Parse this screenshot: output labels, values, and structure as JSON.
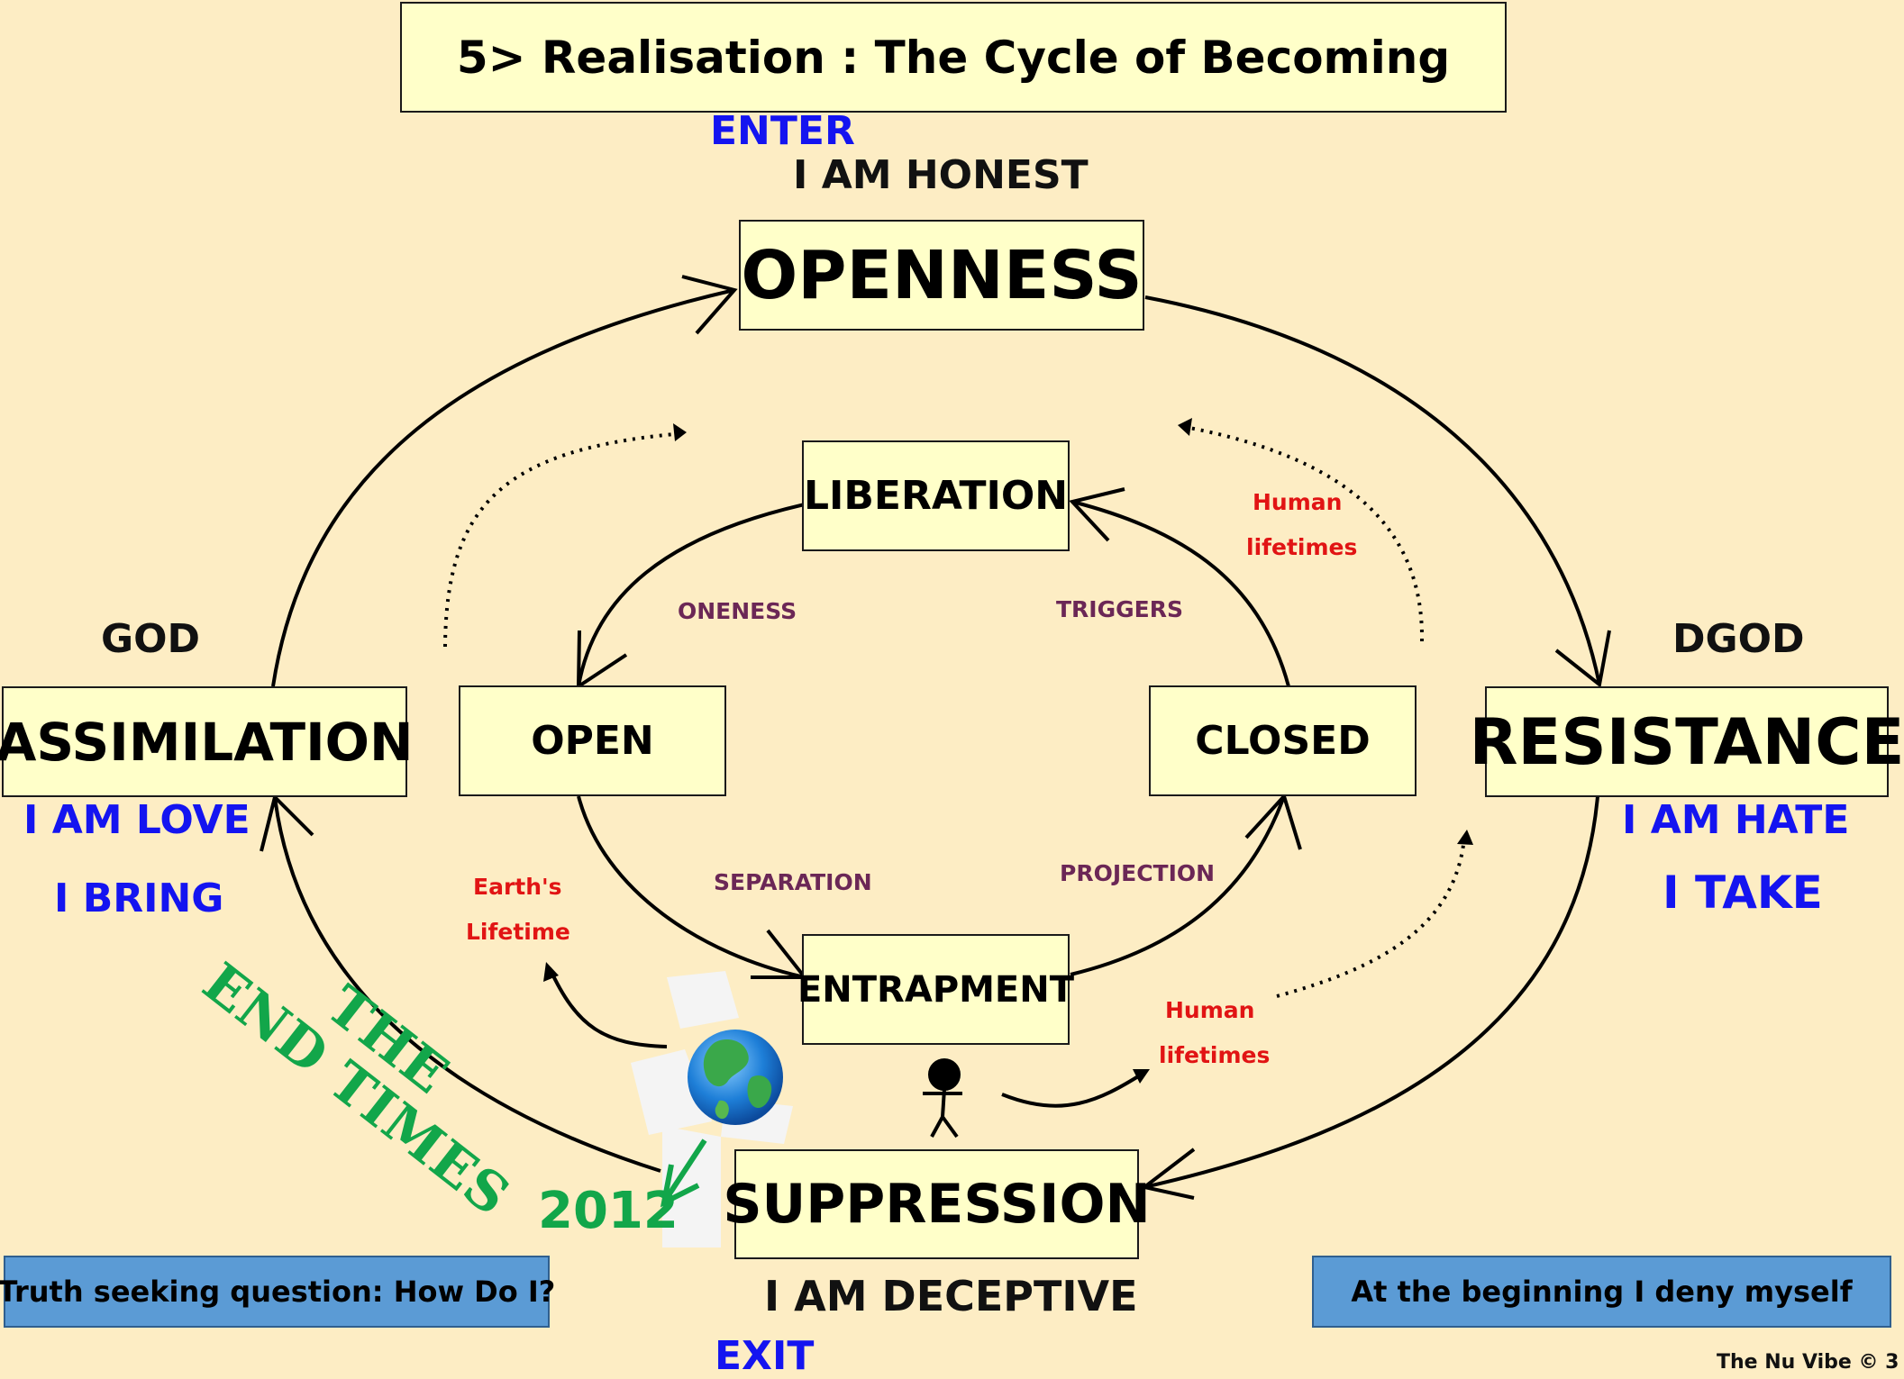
{
  "title": "5> Realisation : The Cycle of Becoming",
  "outer": {
    "top": {
      "label": "OPENNESS",
      "above": "I AM HONEST",
      "enter": "ENTER"
    },
    "left": {
      "label": "ASSIMILATION",
      "above": "GOD",
      "below1": "I AM LOVE",
      "below2": "I BRING"
    },
    "right": {
      "label": "RESISTANCE",
      "above": "DGOD",
      "below1": "I AM HATE",
      "below2": "I TAKE"
    },
    "bottom": {
      "label": "SUPPRESSION",
      "below": "I AM DECEPTIVE",
      "exit": "EXIT"
    }
  },
  "inner": {
    "top": "LIBERATION",
    "left": "OPEN",
    "right": "CLOSED",
    "bottom": "ENTRAPMENT"
  },
  "edge_labels": {
    "oneness": "ONENESS",
    "triggers": "TRIGGERS",
    "separation": "SEPARATION",
    "projection": "PROJECTION"
  },
  "red_notes": {
    "human_top_1": "Human",
    "human_top_2": "lifetimes",
    "earth_1": "Earth's",
    "earth_2": "Lifetime",
    "human_bottom_1": "Human",
    "human_bottom_2": "lifetimes"
  },
  "end_times": {
    "line1": "THE",
    "line2": "END TIMES"
  },
  "year": "2012",
  "icons": {
    "earth": "globe-earth-icon",
    "person": "stick-figure-icon"
  },
  "footer": {
    "left_question": "Truth seeking question: How Do I?",
    "right_statement": "At the beginning I deny myself",
    "copyright": "The Nu Vibe © 3"
  },
  "colors": {
    "background": "#fdedc4",
    "box": "#ffffc9",
    "blue_text": "#1414f0",
    "green_text": "#12a64a",
    "red_text": "#e11414",
    "purple_text": "#6b2756",
    "note_box": "#5b9bd5"
  }
}
